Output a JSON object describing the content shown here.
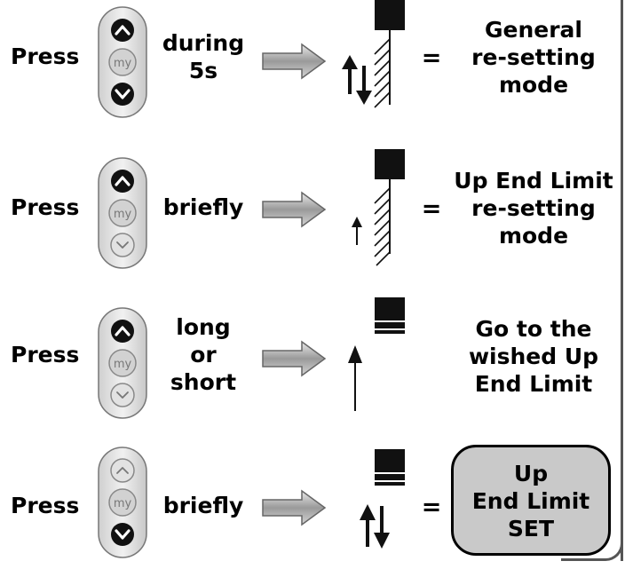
{
  "rows": [
    {
      "press": "Press",
      "action": [
        "during",
        "5s"
      ],
      "equals": "=",
      "result": [
        "General",
        "re-setting",
        "mode"
      ]
    },
    {
      "press": "Press",
      "action": [
        "briefly"
      ],
      "equals": "=",
      "result": [
        "Up End Limit",
        "re-setting",
        "mode"
      ]
    },
    {
      "press": "Press",
      "action": [
        "long",
        "or",
        "short"
      ],
      "result": [
        "Go to the",
        "wished Up",
        "End Limit"
      ]
    },
    {
      "press": "Press",
      "action": [
        "briefly"
      ],
      "equals": "=",
      "result": [
        "Up",
        "End Limit",
        "SET"
      ]
    }
  ],
  "remote": {
    "my_label": "my"
  },
  "colors": {
    "result_box_fill": "#c9c9c9",
    "arrow_fill": "#bdbdbd",
    "button_active": "#111111",
    "remote_body": "#e3e3e3"
  }
}
